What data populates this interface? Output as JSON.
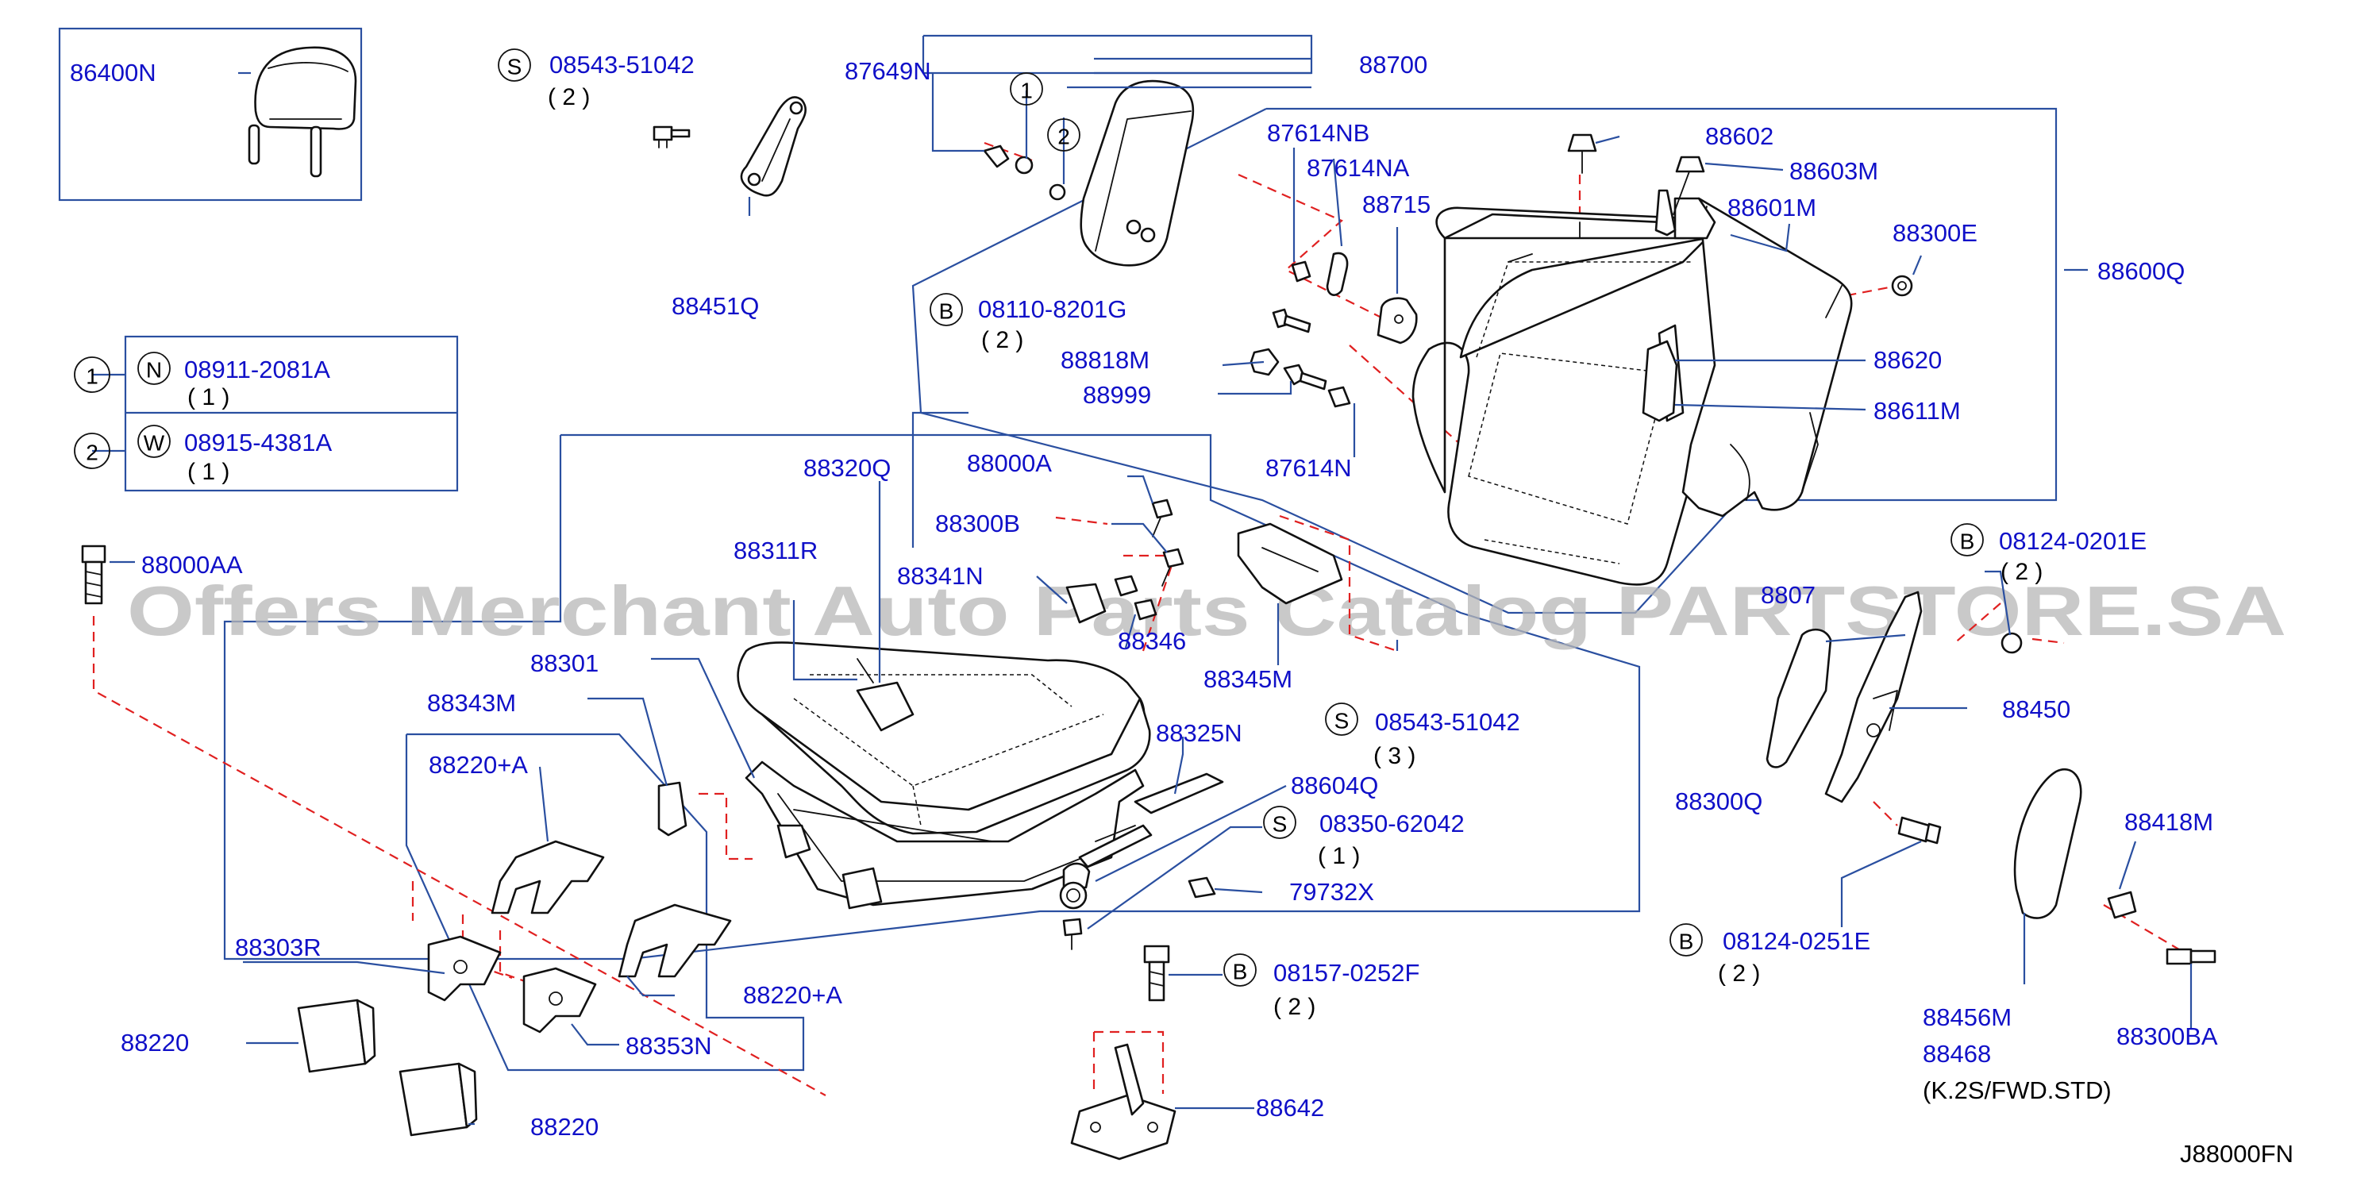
{
  "diagram": {
    "ref_code": "J88000FN",
    "watermark": "Offers Merchant Auto Parts Catalog PARTSTORE.SA",
    "note": "(K.2S/FWD.STD)",
    "legend": [
      {
        "index": "1",
        "symbol": "N",
        "part": "08911-2081A",
        "qty": "( 1 )"
      },
      {
        "index": "2",
        "symbol": "W",
        "part": "08915-4381A",
        "qty": "( 1 )"
      }
    ],
    "labels": {
      "p86400N": "86400N",
      "p08543_51042_top": "08543-51042",
      "q08543_51042_top": "( 2 )",
      "p88451Q": "88451Q",
      "p87649N": "87649N",
      "p88700": "88700",
      "p87614NB": "87614NB",
      "p87614NA": "87614NA",
      "p88715": "88715",
      "p88602": "88602",
      "p88603M": "88603M",
      "p88601M": "88601M",
      "p88300E": "88300E",
      "p88600Q": "88600Q",
      "p08110_8201G": "08110-8201G",
      "q08110_8201G": "( 2 )",
      "p88818M": "88818M",
      "p88999": "88999",
      "p88620": "88620",
      "p88611M": "88611M",
      "p87614N": "87614N",
      "p88000AA": "88000AA",
      "p88320Q": "88320Q",
      "p88000A": "88000A",
      "p88300B": "88300B",
      "p88311R": "88311R",
      "p88341N": "88341N",
      "p88346": "88346",
      "p88345M": "88345M",
      "p88301": "88301",
      "p88343M": "88343M",
      "p88220A_1": "88220+A",
      "p88325N": "88325N",
      "p88604Q": "88604Q",
      "p08543_51042_mid": "08543-51042",
      "q08543_51042_mid": "( 3 )",
      "p08350_62042": "08350-62042",
      "q08350_62042": "( 1 )",
      "p79732X": "79732X",
      "p88300Q": "88300Q",
      "p88303R": "88303R",
      "p88220A_2": "88220+A",
      "p88353N": "88353N",
      "p88220_1": "88220",
      "p88220_2": "88220",
      "p08157_0252F": "08157-0252F",
      "q08157_0252F": "( 2 )",
      "p88642": "88642",
      "p08124_0201E": "08124-0201E",
      "q08124_0201E": "( 2 )",
      "p88407": "8807",
      "p88450": "88450",
      "p08124_0251E": "08124-0251E",
      "q08124_0251E": "( 2 )",
      "p88418M": "88418M",
      "p88456M": "88456M",
      "p88468": "88468",
      "p88300BA": "88300BA"
    },
    "callout_letters": {
      "s_top": "S",
      "one_top": "1",
      "two_top": "2",
      "b_mid": "B",
      "s_mid": "S",
      "s_mid2": "S",
      "b_bot": "B",
      "b_right_top": "B",
      "b_right_bot": "B"
    }
  },
  "colors": {
    "label": "#1010c8",
    "leader": "#2a4fa0",
    "dashed_link": "#e02020",
    "part_stroke": "#111111",
    "watermark": "#b8b8b8"
  }
}
